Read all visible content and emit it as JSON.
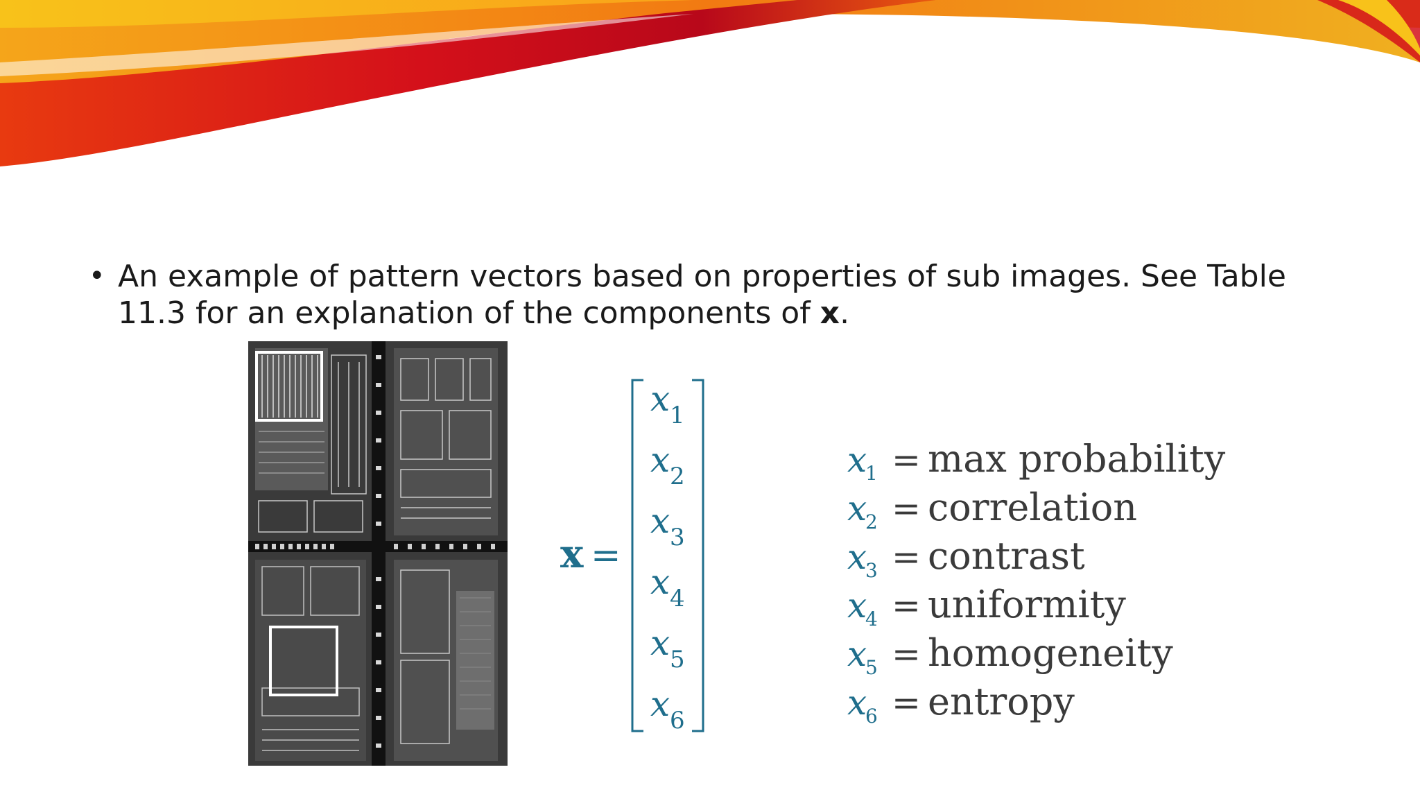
{
  "slide": {
    "bullet_text": "An example of pattern vectors based on properties of sub images. See Table 11.3 for an explanation of the components of ",
    "bullet_bold": "x",
    "bullet_tail": "."
  },
  "figure": {
    "vector_name": "x",
    "equals": "=",
    "components": [
      {
        "var": "x",
        "sub": "1",
        "meaning": "max probability"
      },
      {
        "var": "x",
        "sub": "2",
        "meaning": "correlation"
      },
      {
        "var": "x",
        "sub": "3",
        "meaning": "contrast"
      },
      {
        "var": "x",
        "sub": "4",
        "meaning": "uniformity"
      },
      {
        "var": "x",
        "sub": "5",
        "meaning": "homogeneity"
      },
      {
        "var": "x",
        "sub": "6",
        "meaning": "entropy"
      }
    ]
  },
  "colors": {
    "math_teal": "#1f6e8c",
    "text_dark": "#3a3a3a",
    "banner_red": "#d4101a",
    "banner_orange": "#f27a12",
    "banner_yellow": "#f8c21a"
  }
}
